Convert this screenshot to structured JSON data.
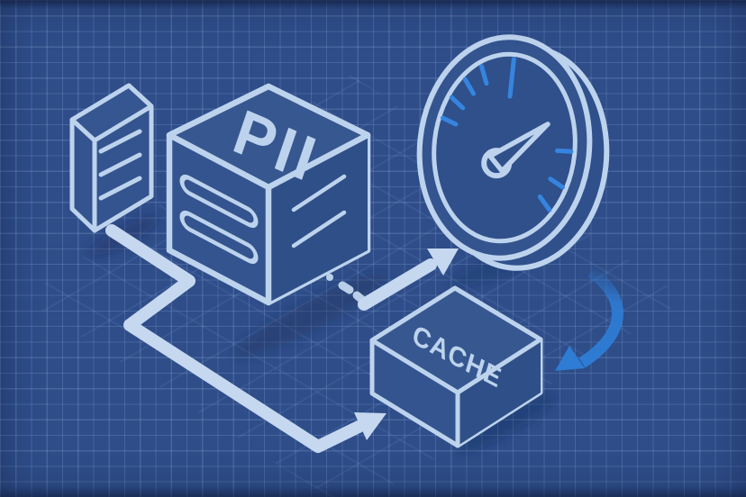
{
  "scene": {
    "type": "blueprint-isometric-illustration",
    "labels": {
      "pii": "PII",
      "cache": "CACHE"
    },
    "colors": {
      "background": "#2e4d89",
      "grid_line": "#8fb0dd",
      "line_light": "#bdd3ed",
      "arrow_light": "#c6d8f0",
      "accent_blue": "#2f7dd6",
      "tick_blue": "#3585e0",
      "face_fill": "#33548e",
      "shadow": "#14274d"
    },
    "components": [
      {
        "name": "server-tower"
      },
      {
        "name": "pii-data-cube",
        "label_ref": "pii"
      },
      {
        "name": "speed-gauge"
      },
      {
        "name": "cache-box",
        "label_ref": "cache"
      },
      {
        "name": "data-flow-pipe-arrow"
      },
      {
        "name": "dashed-arrow-to-gauge"
      },
      {
        "name": "curved-arrow-gauge-to-cache"
      }
    ]
  }
}
